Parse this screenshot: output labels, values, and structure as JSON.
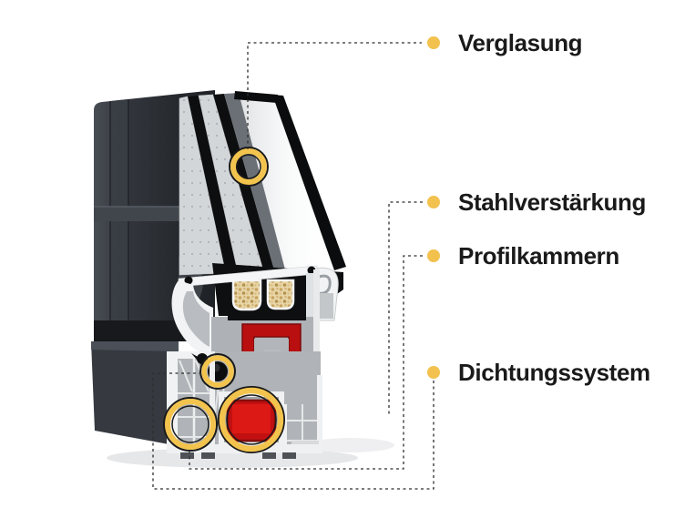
{
  "diagram": {
    "subject": "window-profile-cutaway",
    "callouts": [
      {
        "id": "verglasung",
        "label": "Verglasung"
      },
      {
        "id": "stahlverstaerkung",
        "label": "Stahlverstärkung"
      },
      {
        "id": "profilkammern",
        "label": "Profilkammern"
      },
      {
        "id": "dichtungssystem",
        "label": "Dichtungssystem"
      }
    ],
    "colors": {
      "accent_gold": "#F2C14E",
      "highlight_ring_gold": "#F3C44D",
      "steel_red": "#C21012",
      "frame_anthracite": "#2E3237",
      "pvc_light": "#F1F2F3",
      "seal_black": "#0D0E10",
      "desiccant_tan": "#E8D6A8",
      "label_text": "#1A1A1A",
      "leader_line": "#2E2E2E",
      "background": "#FFFFFF"
    }
  }
}
